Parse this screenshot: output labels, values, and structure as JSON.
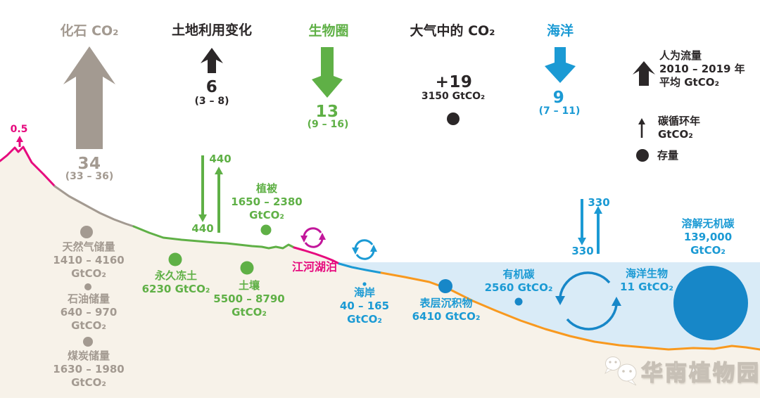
{
  "palette": {
    "fossil_gray": "#a39a91",
    "land_green": "#5fb046",
    "ocean_blue": "#1b9ad4",
    "river_magenta": "#e60a7e",
    "seafloor_orange": "#f8991f",
    "land_fill": "#f7f2e9",
    "ocean_fill": "#d9ebf7",
    "ink": "#2b2728"
  },
  "flows": {
    "fossil": {
      "title": "化石 CO₂",
      "value": "34",
      "range": "(33 – 36)"
    },
    "land_use": {
      "title": "土地利用变化",
      "value": "6",
      "range": "(3 – 8)"
    },
    "biosphere": {
      "title": "生物圈",
      "value": "13",
      "range": "(9 – 16)"
    },
    "atmosphere": {
      "title": "大气中的 CO₂",
      "value": "+19",
      "stock": "3150 GtCO₂"
    },
    "ocean": {
      "title": "海洋",
      "value": "9",
      "range": "(7 – 11)"
    },
    "volcanic": {
      "value": "0.5"
    },
    "photosynthesis": {
      "down": "440",
      "up": "440"
    },
    "air_sea": {
      "down": "330",
      "up": "330"
    }
  },
  "legend": {
    "anthropogenic": {
      "line1": "人为流量",
      "line2": "2010 – 2019 年",
      "line3": "平均 GtCO₂"
    },
    "natural": {
      "line1": "碳循环年",
      "line2": "GtCO₂"
    },
    "stock": {
      "label": "存量"
    }
  },
  "reserves": {
    "gas": {
      "label": "天然气储量",
      "range": "1410 – 4160",
      "unit": "GtCO₂"
    },
    "oil": {
      "label": "石油储量",
      "range": "640 – 970",
      "unit": "GtCO₂"
    },
    "coal": {
      "label": "煤炭储量",
      "range": "1630 – 1980",
      "unit": "GtCO₂"
    }
  },
  "land_stocks": {
    "vegetation": {
      "label": "植被",
      "range": "1650 – 2380",
      "unit": "GtCO₂"
    },
    "permafrost": {
      "label": "永久冻土",
      "stock": "6230 GtCO₂"
    },
    "soil": {
      "label": "土壤",
      "range": "5500 – 8790",
      "unit": "GtCO₂"
    },
    "rivers": {
      "label": "江河湖泊"
    }
  },
  "ocean_stocks": {
    "coast": {
      "label": "海岸",
      "range": "40 – 165",
      "unit": "GtCO₂"
    },
    "sediment": {
      "label": "表层沉积物",
      "stock": "6410 GtCO₂"
    },
    "organic": {
      "label": "有机碳",
      "stock": "2560 GtCO₂"
    },
    "biota": {
      "label": "海洋生物",
      "stock": "11 GtCO₂"
    },
    "dic": {
      "label": "溶解无机碳",
      "value": "139,000",
      "unit": "GtCO₂"
    }
  },
  "watermark": {
    "label": "华南植物园"
  }
}
